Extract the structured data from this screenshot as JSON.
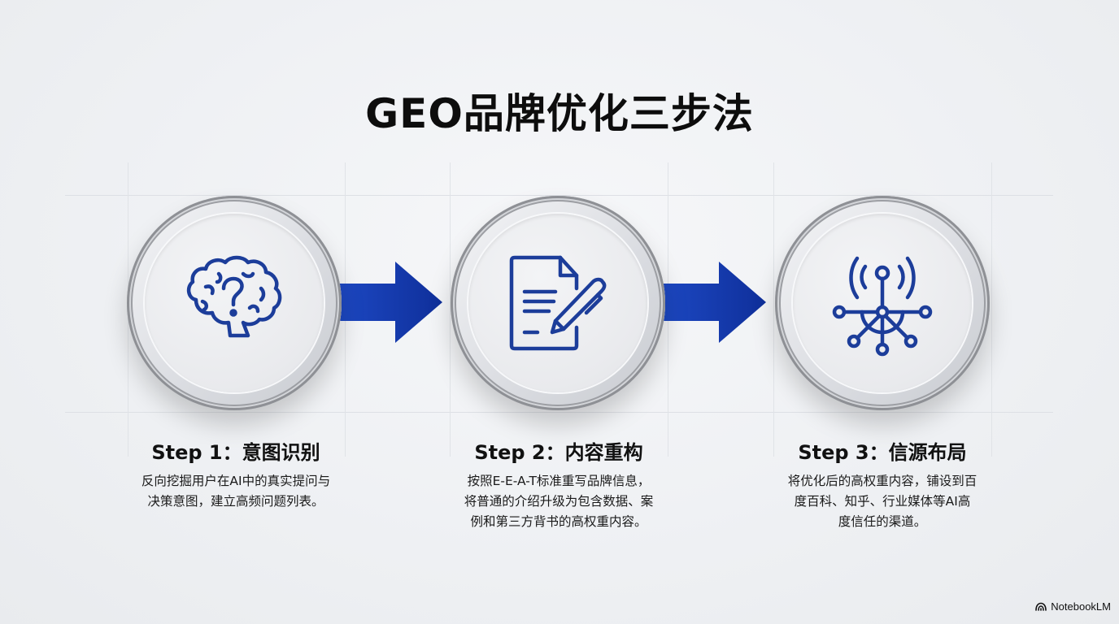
{
  "title": "GEO品牌优化三步法",
  "colors": {
    "accent": "#1a3fa8",
    "icon": "#1c3d9a",
    "background": "#eef0f3",
    "text": "#111111"
  },
  "steps": [
    {
      "icon": "brain-question-icon",
      "title": "Step 1：意图识别",
      "desc_lines": [
        "反向挖掘用户在AI中的真实提问与",
        "决策意图，建立高频问题列表。"
      ]
    },
    {
      "icon": "document-pen-icon",
      "title": "Step 2：内容重构",
      "desc_lines": [
        "按照E-E-A-T标准重写品牌信息，",
        "将普通的介绍升级为包含数据、案",
        "例和第三方背书的高权重内容。"
      ]
    },
    {
      "icon": "broadcast-network-icon",
      "title": "Step 3：信源布局",
      "desc_lines": [
        "将优化后的高权重内容，铺设到百",
        "度百科、知乎、行业媒体等AI高",
        "度信任的渠道。"
      ]
    }
  ],
  "arrows": [
    "arrow-1-to-2",
    "arrow-2-to-3"
  ],
  "brand": {
    "label": "NotebookLM",
    "icon": "notebooklm-logo-icon"
  }
}
